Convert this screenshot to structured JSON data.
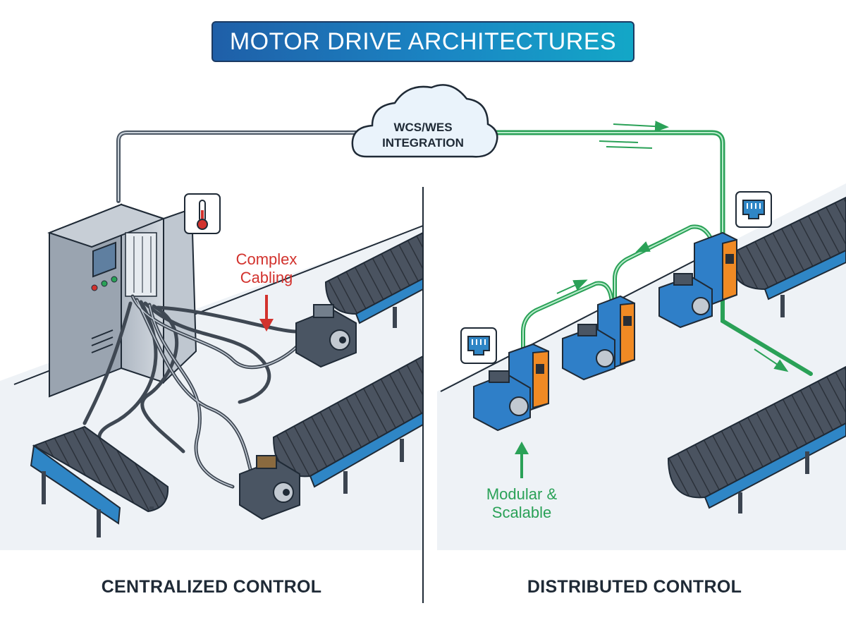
{
  "title": "MOTOR DRIVE ARCHITECTURES",
  "cloud": {
    "line1": "WCS/WES",
    "line2": "INTEGRATION"
  },
  "left_panel": {
    "label": "CENTRALIZED CONTROL",
    "callout": {
      "line1": "Complex",
      "line2": "Cabling"
    }
  },
  "right_panel": {
    "label": "DISTRIBUTED CONTROL",
    "callout": {
      "line1": "Modular &",
      "line2": "Scalable"
    }
  },
  "icons": [
    "thermometer-icon",
    "ethernet-port-icon",
    "cloud-icon"
  ],
  "colors": {
    "title_gradient_start": "#1f5fa8",
    "title_gradient_end": "#13a7c7",
    "alert_red": "#d2322d",
    "network_green": "#2aa157",
    "conveyor_belt": "#4a5360",
    "conveyor_frame": "#2f86c6",
    "drive_blue": "#2f7fc8",
    "drive_orange": "#f08a24"
  }
}
